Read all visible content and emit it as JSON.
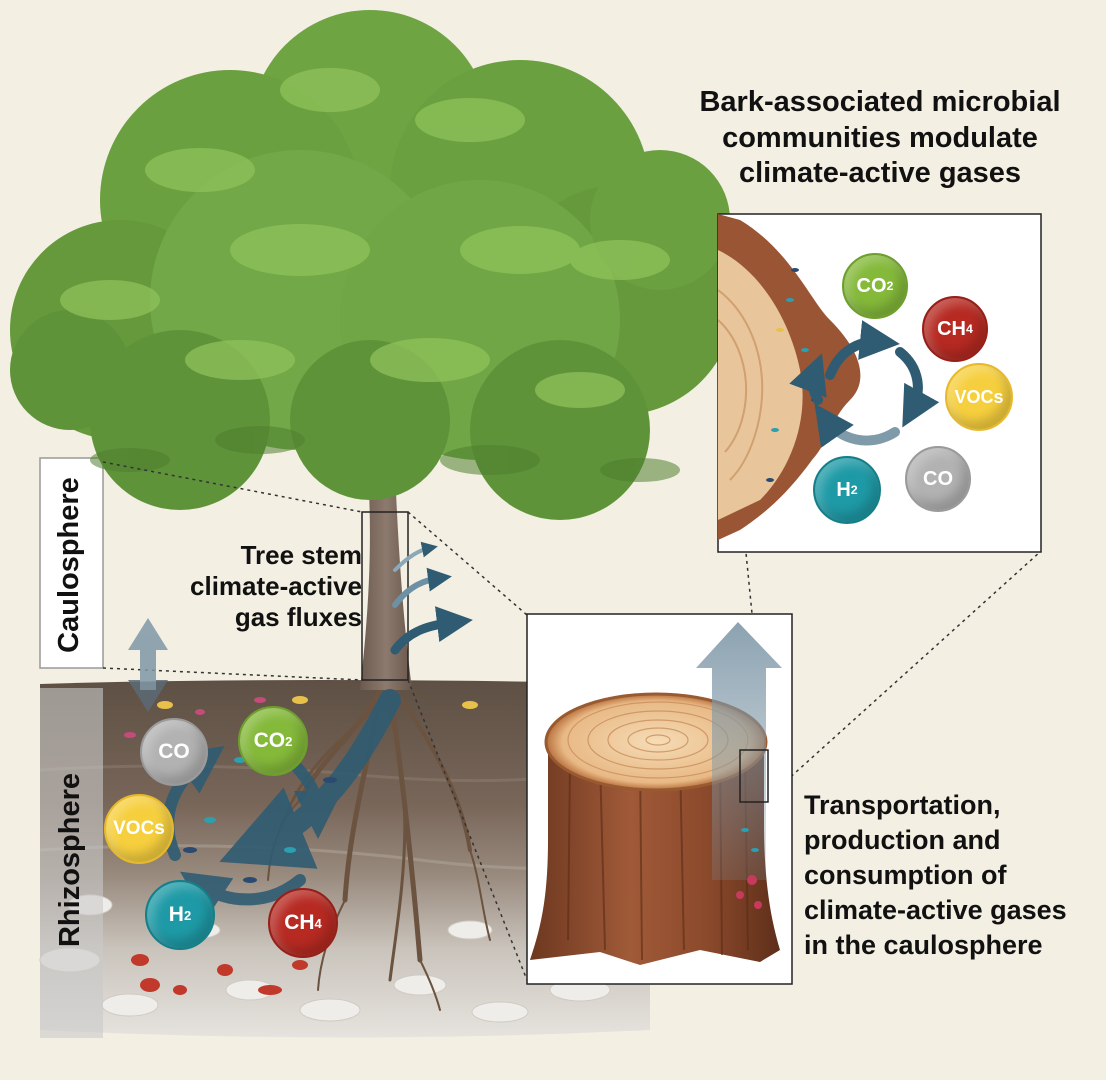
{
  "headings": {
    "bark": [
      "Bark-associated microbial",
      "communities modulate",
      "climate-active gases"
    ],
    "stem": [
      "Tree stem",
      "climate-active",
      "gas fluxes"
    ],
    "caulo": [
      "Transportation,",
      "production and",
      "consumption of",
      "climate-active gases",
      "in the caulosphere"
    ]
  },
  "labels": {
    "caulosphere": "Caulosphere",
    "rhizosphere": "Rhizosphere"
  },
  "gases": {
    "soil": {
      "co": "CO",
      "co2": "CO",
      "co2_sub": "2",
      "voc": "VOCs",
      "h2": "H",
      "h2_sub": "2",
      "ch4": "CH",
      "ch4_sub": "4"
    },
    "bark": {
      "co2": "CO",
      "co2_sub": "2",
      "ch4": "CH",
      "ch4_sub": "4",
      "voc": "VOCs",
      "co": "CO",
      "h2": "H",
      "h2_sub": "2"
    }
  },
  "colors": {
    "co2": "#84b93a",
    "ch4": "#b62a22",
    "voc": "#f6cf3e",
    "co": "#b2b2b2",
    "h2": "#1e9aa6",
    "flux_arrow": "#2f5c72",
    "canopy": "#5f9a3a",
    "trunk": "#7d6a5f",
    "stump": "#8f4a2e"
  }
}
